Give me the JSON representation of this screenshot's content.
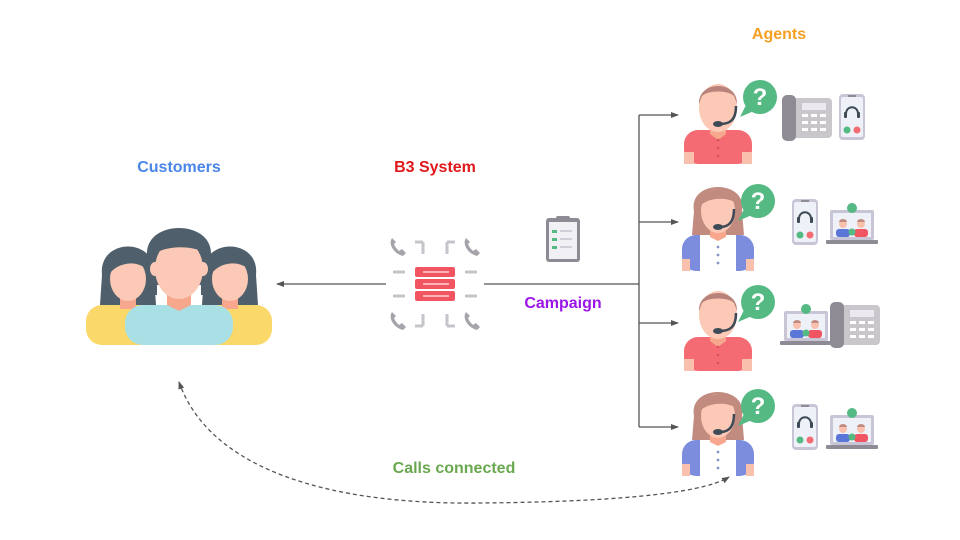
{
  "diagram": {
    "customers": {
      "label": "Customers",
      "color": "#4a86e8",
      "count": 3
    },
    "system": {
      "label": "B3 System",
      "color": "#e0181b"
    },
    "campaign": {
      "label": "Campaign",
      "color": "#9a16e8"
    },
    "agents": {
      "label": "Agents",
      "color": "#f5a023",
      "items": [
        {
          "gender": "male",
          "devices": [
            "desk-phone",
            "mobile-phone"
          ]
        },
        {
          "gender": "female",
          "devices": [
            "mobile-phone",
            "video-call-laptop"
          ]
        },
        {
          "gender": "male",
          "devices": [
            "video-call-laptop",
            "desk-phone"
          ]
        },
        {
          "gender": "female",
          "devices": [
            "mobile-phone",
            "video-call-laptop"
          ]
        }
      ]
    },
    "calls_connected": {
      "label": "Calls connected",
      "color": "#6aa84f"
    },
    "edges": [
      {
        "from": "campaign",
        "to": "agents",
        "style": "solid"
      },
      {
        "from": "b3-system",
        "to": "customers",
        "style": "solid"
      },
      {
        "from": "customers",
        "to": "agents",
        "style": "dashed",
        "label": "Calls connected",
        "bidirectional": true
      }
    ]
  }
}
